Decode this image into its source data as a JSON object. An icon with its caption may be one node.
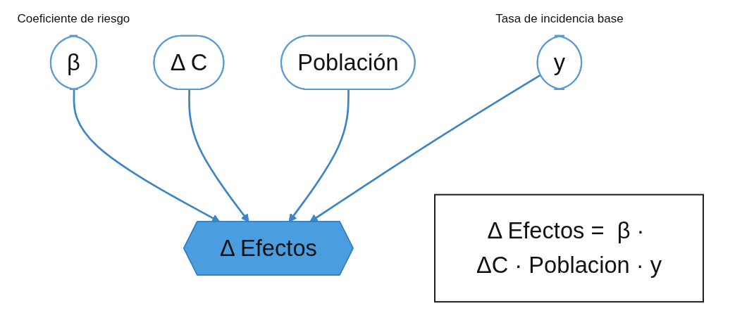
{
  "diagram": {
    "nodes": [
      {
        "text": [
          "β"
        ],
        "beside": [
          "Coeficiente de riesgo"
        ]
      },
      {
        "text": [
          "Δ C"
        ]
      },
      {
        "text": [
          "Población"
        ]
      },
      {
        "text": [
          "y"
        ],
        "beside": [
          "Tasa de incidencia base"
        ]
      },
      {
        "text": [
          "Δ Efectos"
        ]
      },
      {
        "text": [
          "Δ Efectos =  β · ΔC · Poblacion · y"
        ]
      }
    ],
    "edges": [
      {
        "from": 0,
        "to": 4,
        "arrow": "to"
      },
      {
        "from": 1,
        "to": 4,
        "arrow": "to"
      },
      {
        "from": 2,
        "to": 4,
        "arrow": "to"
      },
      {
        "from": 3,
        "to": 4,
        "arrow": "to"
      }
    ]
  }
}
